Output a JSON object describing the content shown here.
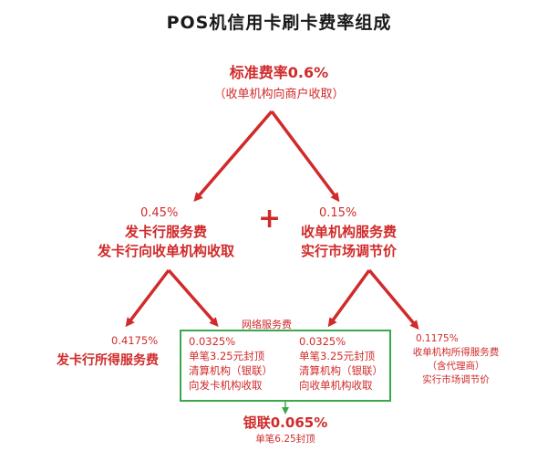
{
  "title": "POS机信用卡刷卡费率组成",
  "root": {
    "rate": "标准费率0.6%",
    "note": "（收单机构向商户收取）"
  },
  "plus": "+",
  "issuer": {
    "rate": "0.45%",
    "line1": "发卡行服务费",
    "line2": "发卡行向收单机构收取"
  },
  "acquirer": {
    "rate": "0.15%",
    "line1": "收单机构服务费",
    "line2": "实行市场调节价"
  },
  "network_label": "网络服务费",
  "issuer_income": {
    "rate": "0.4175%",
    "line1": "发卡行所得服务费"
  },
  "net_left": {
    "rate": "0.0325%",
    "line1": "单笔3.25元封顶",
    "line2": "清算机构（银联）",
    "line3": "向发卡机构收取"
  },
  "net_right": {
    "rate": "0.0325%",
    "line1": "单笔3.25元封顶",
    "line2": "清算机构（银联）",
    "line3": "向收单机构收取"
  },
  "acq_income": {
    "rate": "0.1175%",
    "line1": "收单机构所得服务费",
    "line2": "（含代理商）",
    "line3": "实行市场调节价"
  },
  "unionpay": {
    "rate": "银联0.065%",
    "note": "单笔6.25封顶"
  },
  "colors": {
    "arrow": "#d12a2a",
    "box": "#3aa84a",
    "title": "#1a1a1a"
  }
}
